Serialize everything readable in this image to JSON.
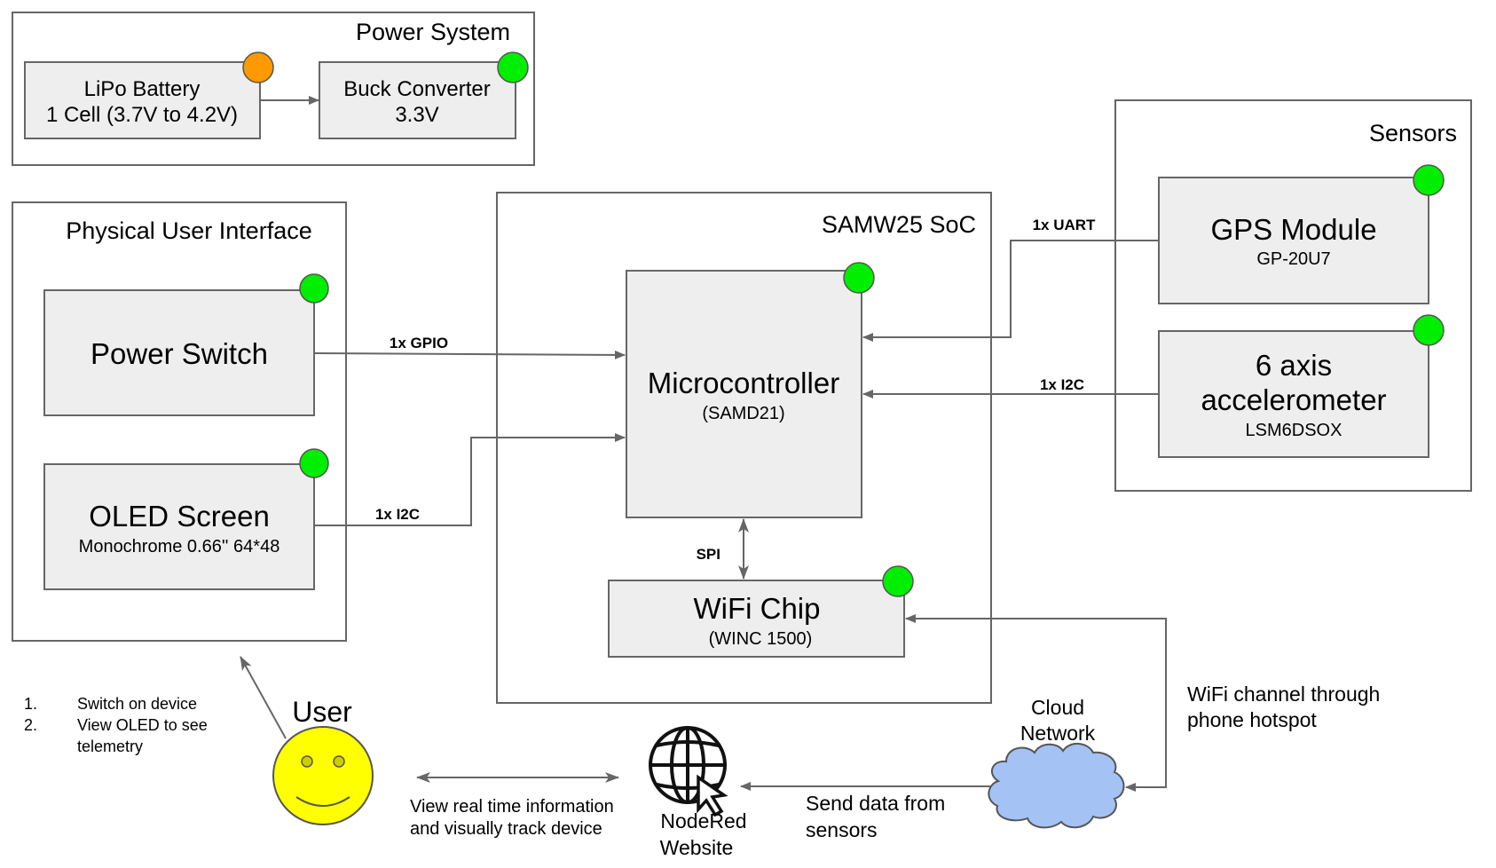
{
  "title": "System block diagram",
  "status_colors": {
    "ok": "#00ee00",
    "warning": "#ff9900"
  },
  "groups": {
    "power": {
      "label": "Power System"
    },
    "pui": {
      "label": "Physical User Interface"
    },
    "soc": {
      "label": "SAMW25 SoC"
    },
    "sensors": {
      "label": "Sensors"
    }
  },
  "blocks": {
    "lipo": {
      "line1": "LiPo Battery",
      "line2": "1 Cell (3.7V to 4.2V)",
      "status": "warning"
    },
    "buck": {
      "line1": "Buck Converter",
      "line2": "3.3V",
      "status": "ok"
    },
    "power_switch": {
      "line1": "Power Switch",
      "status": "ok"
    },
    "oled": {
      "line1": "OLED Screen",
      "line2": "Monochrome 0.66'' 64*48",
      "status": "ok"
    },
    "mcu": {
      "line1": "Microcontroller",
      "line2": "(SAMD21)",
      "status": "ok"
    },
    "wifi": {
      "line1": "WiFi Chip",
      "line2": "(WINC 1500)",
      "status": "ok"
    },
    "gps": {
      "line1": "GPS Module",
      "line2": "GP-20U7",
      "status": "ok"
    },
    "accel": {
      "line1": "6 axis",
      "line2": "accelerometer",
      "line3": "LSM6DSOX",
      "status": "ok"
    }
  },
  "links": {
    "gpio": "1x GPIO",
    "oled_i2c": "1x I2C",
    "uart": "1x UART",
    "accel_i2c": "1x I2C",
    "spi": "SPI"
  },
  "cloud": {
    "line1": "Cloud",
    "line2": "Network"
  },
  "website": {
    "line1": "NodeRed",
    "line2": "Website"
  },
  "notes": {
    "wifi_channel_1": "WiFi channel through",
    "wifi_channel_2": "phone hotspot",
    "send_data_1": "Send data from",
    "send_data_2": "sensors",
    "view_info_1": "View real time information",
    "view_info_2": "and visually track device"
  },
  "user": {
    "label": "User",
    "steps": [
      {
        "num": "1.",
        "text": "Switch on device"
      },
      {
        "num": "2.",
        "text": "View OLED to see",
        "cont": "telemetry"
      }
    ]
  }
}
